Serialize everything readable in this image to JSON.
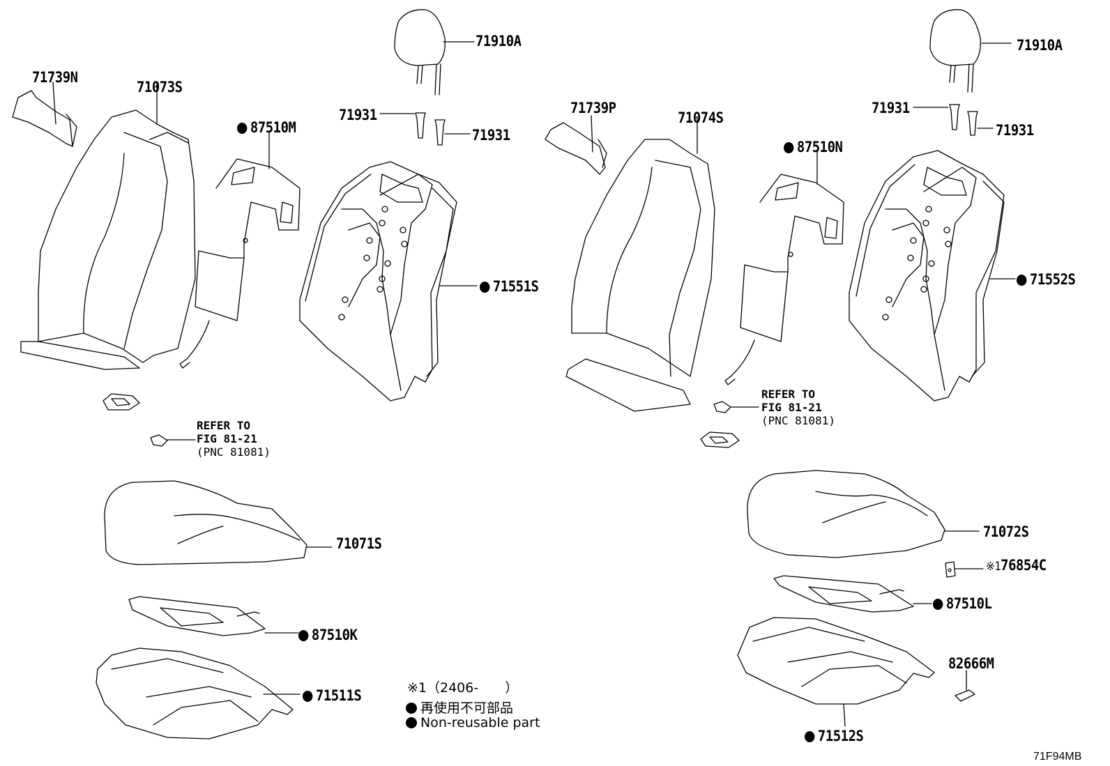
{
  "diagram_code": "71F94MB",
  "callouts": {
    "seatback_left": {
      "headrest": "71910A",
      "guide_a": "71931",
      "guide_b": "71931",
      "side_part": "71739N",
      "back_pad": "71073S",
      "heater_back": "87510M",
      "back_cover": "71551S"
    },
    "seatback_right": {
      "headrest": "71910A",
      "guide_a": "71931",
      "guide_b": "71931",
      "side_part": "71739P",
      "back_pad": "71074S",
      "heater_back": "87510N",
      "back_cover": "71552S"
    },
    "cushion_left": {
      "cushion_pad": "71071S",
      "heater_cushion": "87510K",
      "cushion_cover": "71511S"
    },
    "cushion_right": {
      "cushion_pad": "71072S",
      "bracket_note_mark": "※1",
      "bracket": "76854C",
      "heater_cushion": "87510L",
      "clip": "82666M",
      "cushion_cover": "71512S"
    }
  },
  "references": {
    "left": {
      "line1": "REFER TO",
      "line2": "FIG 81-21",
      "line3": "(PNC 81081)"
    },
    "right": {
      "line1": "REFER TO",
      "line2": "FIG 81-21",
      "line3": "(PNC 81081)"
    }
  },
  "legend": {
    "date_note": "※1（2406-　　）",
    "nonreusable_jp": "再使用不可部品",
    "nonreusable_en": "Non-reusable part"
  }
}
